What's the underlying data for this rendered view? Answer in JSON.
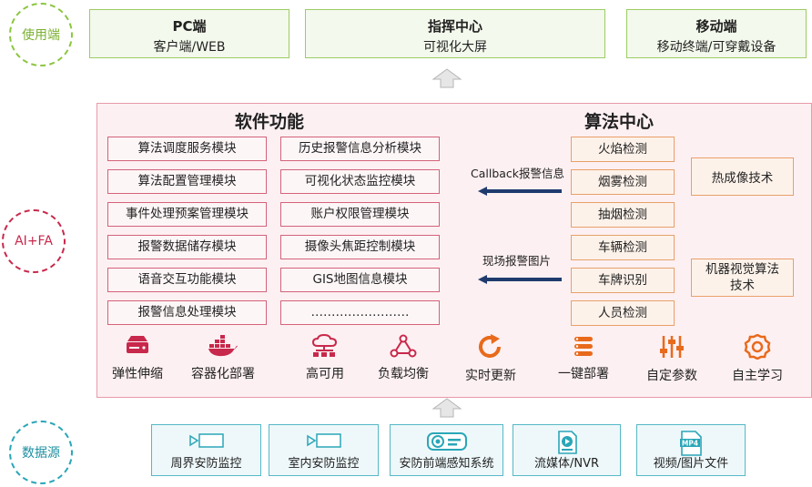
{
  "layers": {
    "usage": "使用端",
    "ai": "AI+FA",
    "source": "数据源"
  },
  "top_boxes": [
    {
      "title": "PC端",
      "subtitle": "客户端/WEB"
    },
    {
      "title": "指挥中心",
      "subtitle": "可视化大屏"
    },
    {
      "title": "移动端",
      "subtitle": "移动终端/可穿戴设备"
    }
  ],
  "software": {
    "title": "软件功能",
    "modules_left": [
      "算法调度服务模块",
      "算法配置管理模块",
      "事件处理预案管理模块",
      "报警数据储存模块",
      "语音交互功能模块",
      "报警信息处理模块"
    ],
    "modules_right": [
      "历史报警信息分析模块",
      "可视化状态监控模块",
      "账户权限管理模块",
      "摄像头焦距控制模块",
      "GIS地图信息模块",
      "……………………"
    ]
  },
  "algorithm": {
    "title": "算法中心",
    "items": [
      "火焰检测",
      "烟雾检测",
      "抽烟检测",
      "车辆检测",
      "车牌识别",
      "人员检测"
    ],
    "tech1": "热成像技术",
    "tech2_line1": "机器视觉算法",
    "tech2_line2": "技术"
  },
  "flows": {
    "callback": "Callback报警信息",
    "images": "现场报警图片"
  },
  "features": [
    {
      "label": "弹性伸缩",
      "icon": "server-icon"
    },
    {
      "label": "容器化部署",
      "icon": "docker-icon"
    },
    {
      "label": "高可用",
      "icon": "cloud-network-icon"
    },
    {
      "label": "负载均衡",
      "icon": "nodes-icon"
    },
    {
      "label": "实时更新",
      "icon": "refresh-icon"
    },
    {
      "label": "一键部署",
      "icon": "list-icon"
    },
    {
      "label": "自定参数",
      "icon": "sliders-icon"
    },
    {
      "label": "自主学习",
      "icon": "gear-icon"
    }
  ],
  "sources": [
    {
      "label": "周界安防监控",
      "icon": "camera-icon"
    },
    {
      "label": "室内安防监控",
      "icon": "camera-icon"
    },
    {
      "label": "安防前端感知系统",
      "icon": "projector-icon"
    },
    {
      "label": "流媒体/NVR",
      "icon": "media-file-icon"
    },
    {
      "label": "视频/图片文件",
      "icon": "mp4-file-icon"
    }
  ],
  "colors": {
    "green": "#8cc63f",
    "red": "#c8284b",
    "teal": "#2aa6b8",
    "orange": "#e86a1c",
    "navy": "#1f3b6e"
  }
}
